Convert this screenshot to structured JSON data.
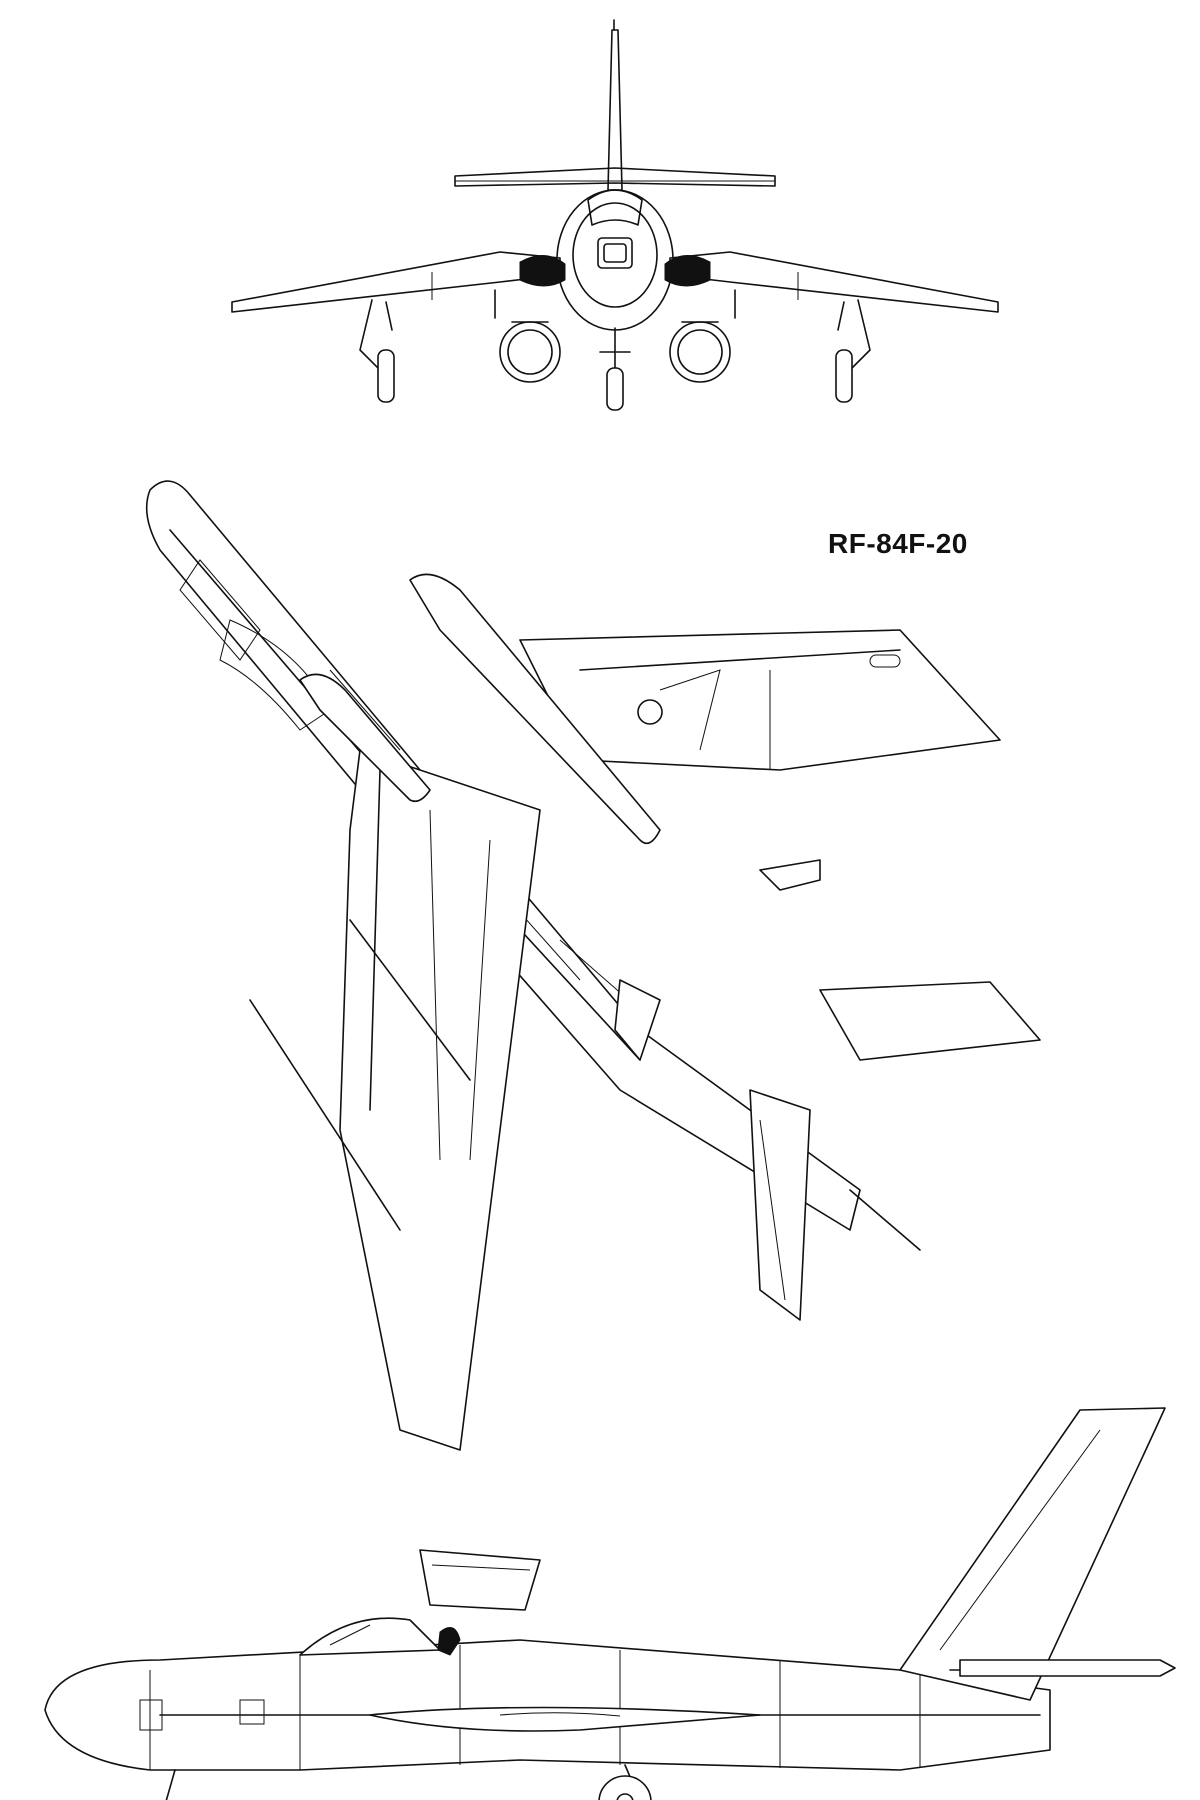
{
  "drawing": {
    "designation": "RF-84F-20"
  },
  "views": [
    {
      "id": "front-view",
      "icon": "aircraft-front-view"
    },
    {
      "id": "plan-view",
      "icon": "aircraft-plan-view"
    },
    {
      "id": "side-view",
      "icon": "aircraft-side-view"
    }
  ],
  "colors": {
    "ink": "#111111",
    "paper": "#ffffff"
  }
}
